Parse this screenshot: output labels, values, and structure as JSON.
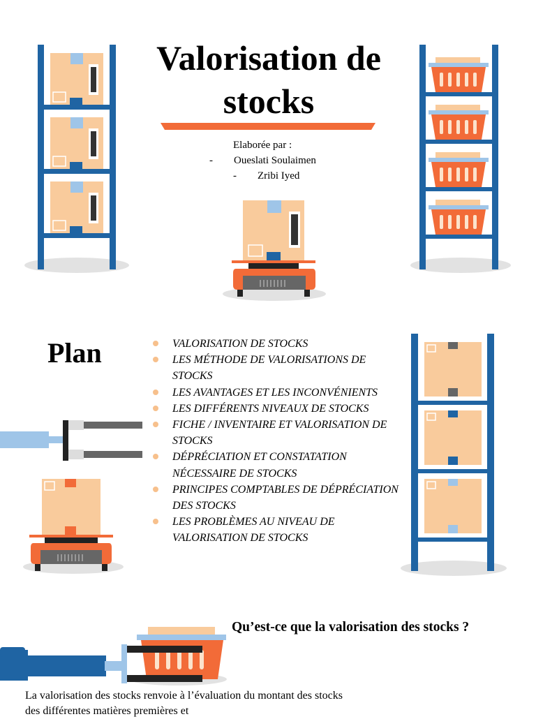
{
  "cover": {
    "title": "Valorisation de stocks",
    "authors_intro": "Elaborée par :",
    "author_1_dash": "-",
    "author_1": "Oueslati Soulaimen",
    "author_2_dash": "-",
    "author_2": "Zribi Iyed"
  },
  "plan": {
    "heading": "Plan",
    "items": [
      "VALORISATION DE STOCKS",
      "LES MÉTHODE DE VALORISATIONS DE STOCKS",
      "LES AVANTAGES ET LES INCONVÉNIENTS",
      "LES DIFFÉRENTS NIVEAUX DE STOCKS",
      "FICHE / INVENTAIRE ET VALORISATION DE STOCKS",
      "DÉPRÉCIATION ET CONSTATATION NÉCESSAIRE  DE STOCKS",
      "PRINCIPES COMPTABLES DE DÉPRÉCIATION DES STOCKS",
      "LES PROBLÈMES AU NIVEAU DE VALORISATION DE STOCKS"
    ]
  },
  "section_1": {
    "question": "Qu’est-ce que la valorisation des stocks ?",
    "paragraph": "La valorisation des stocks renvoie à l’évaluation du montant des stocks des différentes matières premières et"
  },
  "colors": {
    "shelf_blue": "#1F64A3",
    "box_tan": "#F9CB9C",
    "basket_orange": "#F26B38",
    "accent_orange": "#F26B38",
    "shadow_grey": "#E0E0E0"
  }
}
